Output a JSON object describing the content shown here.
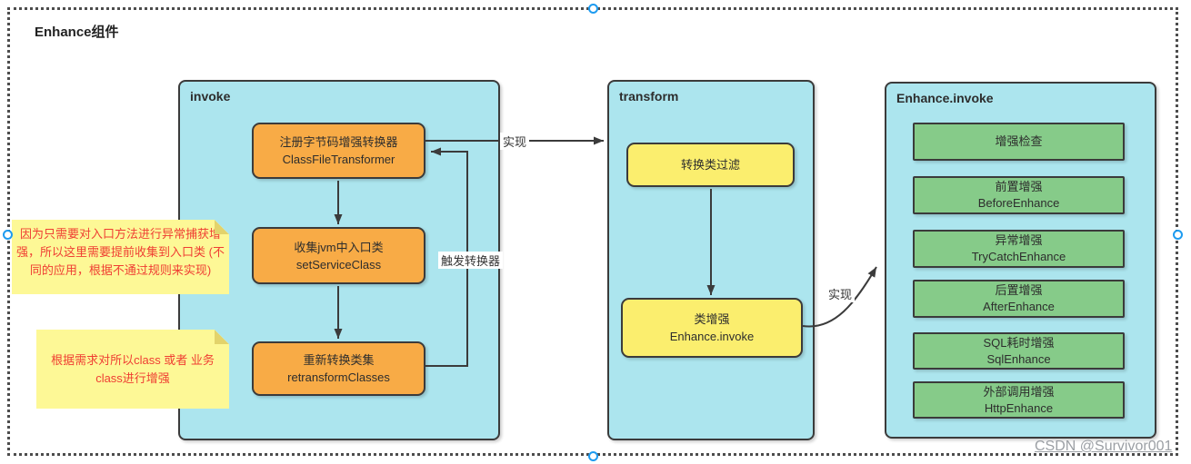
{
  "diagram": {
    "title": "Enhance组件"
  },
  "containers": {
    "invoke": {
      "title": "invoke",
      "boxes": [
        {
          "line1": "注册字节码增强转换器",
          "line2": "ClassFileTransformer"
        },
        {
          "line1": "收集jvm中入口类",
          "line2": "setServiceClass"
        },
        {
          "line1": "重新转换类集",
          "line2": "retransformClasses"
        }
      ]
    },
    "transform": {
      "title": "transform",
      "boxes": [
        {
          "line1": "转换类过滤"
        },
        {
          "line1": "类增强",
          "line2": "Enhance.invoke"
        }
      ]
    },
    "enhance": {
      "title": "Enhance.invoke",
      "boxes": [
        {
          "line1": "增强检查"
        },
        {
          "line1": "前置增强",
          "line2": "BeforeEnhance"
        },
        {
          "line1": "异常增强",
          "line2": "TryCatchEnhance"
        },
        {
          "line1": "后置增强",
          "line2": "AfterEnhance"
        },
        {
          "line1": "SQL耗时增强",
          "line2": "SqlEnhance"
        },
        {
          "line1": "外部调用增强",
          "line2": "HttpEnhance"
        }
      ]
    }
  },
  "edges": {
    "implement1": "实现",
    "trigger": "触发转换器",
    "implement2": "实现"
  },
  "notes": [
    {
      "text": "因为只需要对入口方法进行异常捕获增强，所以这里需要提前收集到入口类 (不同的应用，根据不通过规则来实现)"
    },
    {
      "text": "根据需求对所以class 或者 业务 class进行增强"
    }
  ],
  "watermark": {
    "text": "CSDN @Survivor001"
  },
  "colors": {
    "container_fill": "#ACE5EE",
    "orange_fill": "#F8AB46",
    "yellow_fill": "#FBEE6E",
    "green_fill": "#86CB89",
    "note_fill": "#FDF896",
    "note_text": "#EF3E33",
    "stroke": "#3B3B3B",
    "handle_blue": "#1D9BF0",
    "watermark_gray": "#9CA0A5"
  }
}
